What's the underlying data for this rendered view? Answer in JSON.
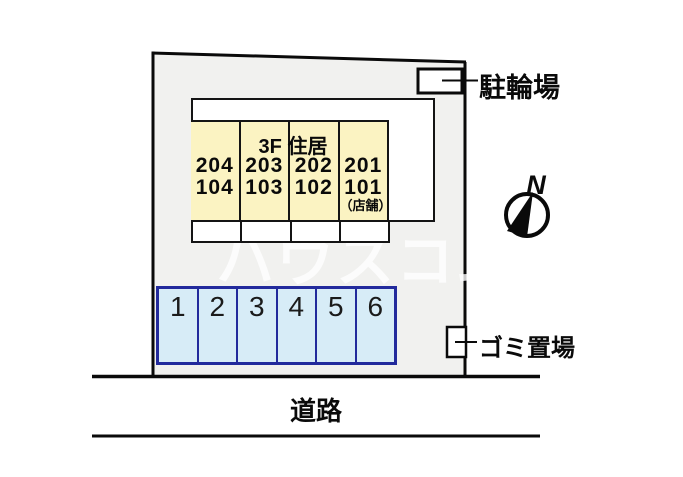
{
  "diagram": {
    "type": "property-site-plan",
    "floor_label": "3F 住居",
    "units": [
      {
        "upper": "204",
        "lower": "104",
        "note": ""
      },
      {
        "upper": "203",
        "lower": "103",
        "note": ""
      },
      {
        "upper": "202",
        "lower": "102",
        "note": ""
      },
      {
        "upper": "201",
        "lower": "101",
        "note": "（店舗）"
      }
    ],
    "parking_spaces": [
      "1",
      "2",
      "3",
      "4",
      "5",
      "6"
    ],
    "labels": {
      "bicycle_parking": "駐輪場",
      "garbage_area": "ゴミ置場",
      "road": "道路",
      "compass_north": "N"
    },
    "watermark": "ハウスコム",
    "colors": {
      "plot_fill": "#f1f1ef",
      "unit_fill": "#fbf3c2",
      "parking_fill": "#d7ecf7",
      "parking_border": "#222a9c",
      "outline": "#0a0a0a"
    }
  }
}
